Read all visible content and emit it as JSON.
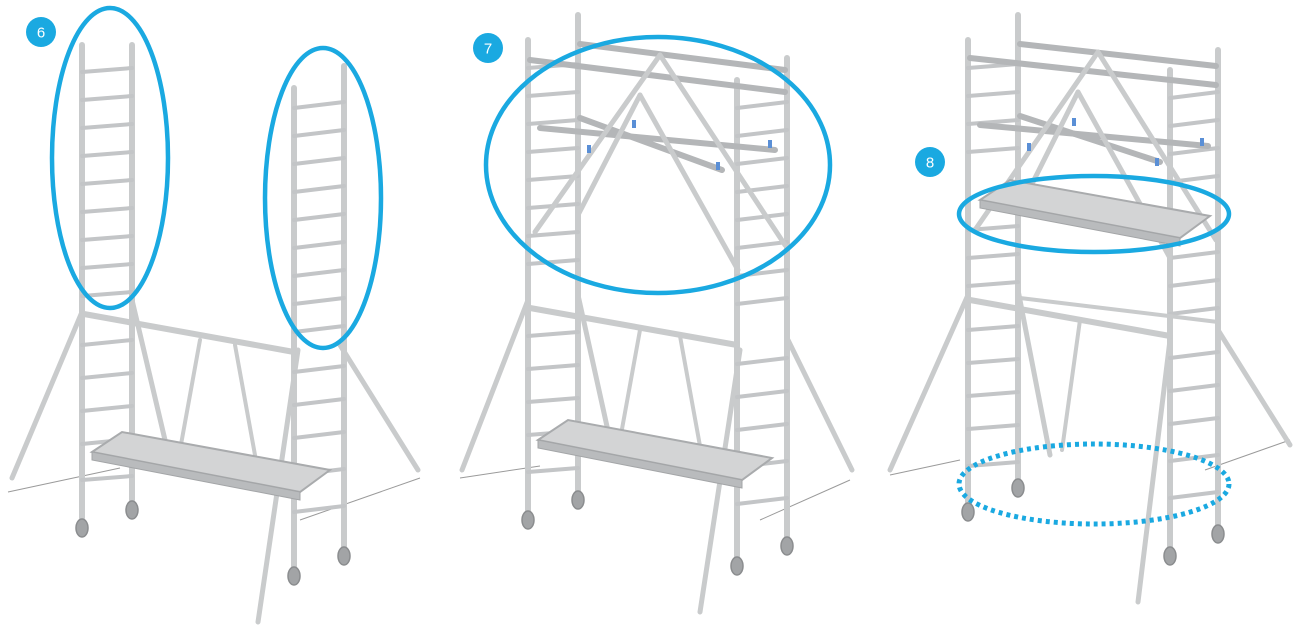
{
  "steps": [
    {
      "number": "6"
    },
    {
      "number": "7"
    },
    {
      "number": "8"
    }
  ],
  "colors": {
    "highlight": "#1aa9e1",
    "badge": "#1aa9e1",
    "badge_text": "#ffffff",
    "frame": "#c9cbcc",
    "background": "#ffffff"
  }
}
